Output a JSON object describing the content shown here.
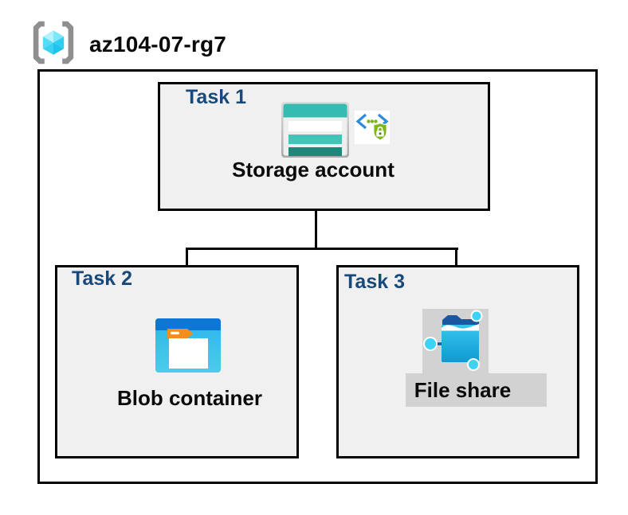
{
  "header": {
    "resource_group_name": "az104-07-rg7",
    "resource_group_icon": "azure-resource-group-icon"
  },
  "tasks": [
    {
      "label": "Task 1",
      "resource": "Storage account",
      "icons": [
        "azure-storage-account-icon",
        "api-lock-icon"
      ]
    },
    {
      "label": "Task 2",
      "resource": "Blob container",
      "icons": [
        "azure-blob-container-icon"
      ]
    },
    {
      "label": "Task 3",
      "resource": "File share",
      "icons": [
        "azure-file-share-icon"
      ]
    }
  ],
  "connections": [
    {
      "from": "Storage account",
      "to": "Blob container"
    },
    {
      "from": "Storage account",
      "to": "File share"
    }
  ],
  "colors": {
    "task_label_blue": "#17497A",
    "storage_teal": "#32BDB2",
    "storage_teal_dark": "#1F877A",
    "azure_blue": "#0E77D6",
    "blob_cyan": "#2CB4EA",
    "api_green": "#7CB71E",
    "chevron_blue": "#2B8DD9",
    "box_fill_gray": "#F0F0F0",
    "highlight_gray": "#D2D2D2",
    "connector_black": "#000000",
    "cube_cyan": "#4FD9F5",
    "bracket_gray": "#8F8F8F"
  }
}
